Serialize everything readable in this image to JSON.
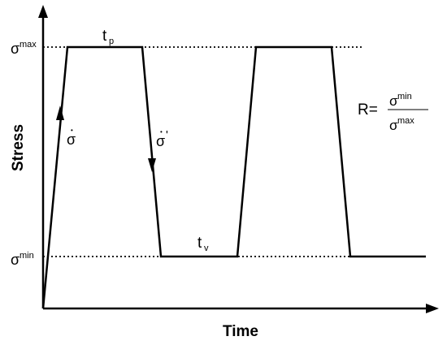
{
  "diagram": {
    "type": "trapezoidal stress waveform",
    "axes": {
      "x_label": "Time",
      "y_label": "Stress"
    },
    "levels": {
      "max_symbol": "σ",
      "max_superscript": "max",
      "min_symbol": "σ",
      "min_superscript": "min"
    },
    "annotations": {
      "loading_rate_symbol": "σ",
      "unloading_rate_symbol": "σ",
      "unloading_rate_prime": "'",
      "dot": "•",
      "peak_hold": {
        "symbol": "t",
        "subscript": "p"
      },
      "valley_hold": {
        "symbol": "t",
        "subscript": "v"
      }
    },
    "formula": {
      "lhs": "R=",
      "numerator_symbol": "σ",
      "numerator_superscript": "min",
      "denominator_symbol": "σ",
      "denominator_superscript": "max"
    },
    "colors": {
      "line": "#000000",
      "background": "#ffffff"
    }
  }
}
